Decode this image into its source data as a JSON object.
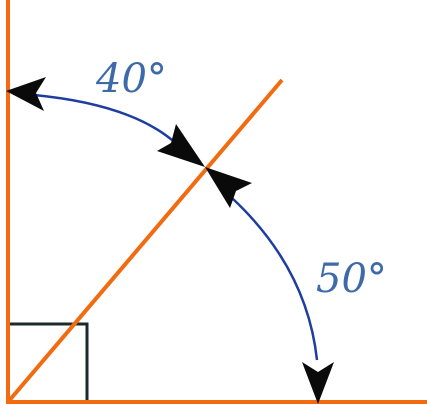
{
  "diagram": {
    "angle_top_label": "40°",
    "angle_bottom_label": "50°",
    "angles_deg": {
      "upper": 40,
      "lower": 50,
      "right_angle": 90
    },
    "colors": {
      "lines": "#f26b11",
      "arcs": "#1d3e9e",
      "labels": "#3d6aa8",
      "arrowheads": "#0a0a0a",
      "right_angle_marker": "#1a2a2a"
    }
  }
}
